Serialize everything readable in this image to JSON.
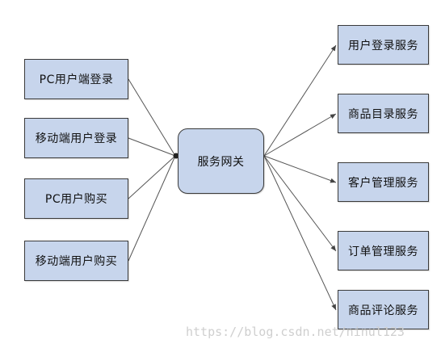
{
  "diagram": {
    "center": {
      "label": "服务网关"
    },
    "clients": [
      {
        "label": "PC用户端登录"
      },
      {
        "label": "移动端用户登录"
      },
      {
        "label": "PC用户购买"
      },
      {
        "label": "移动端用户购买"
      }
    ],
    "services": [
      {
        "label": "用户登录服务"
      },
      {
        "label": "商品目录服务"
      },
      {
        "label": "客户管理服务"
      },
      {
        "label": "订单管理服务"
      },
      {
        "label": "商品评论服务"
      }
    ]
  },
  "watermark": "https://blog.csdn.net/ninul123",
  "colors": {
    "box_fill": "#c7d5ec",
    "box_border": "#3a3a3a",
    "line": "#555555"
  }
}
